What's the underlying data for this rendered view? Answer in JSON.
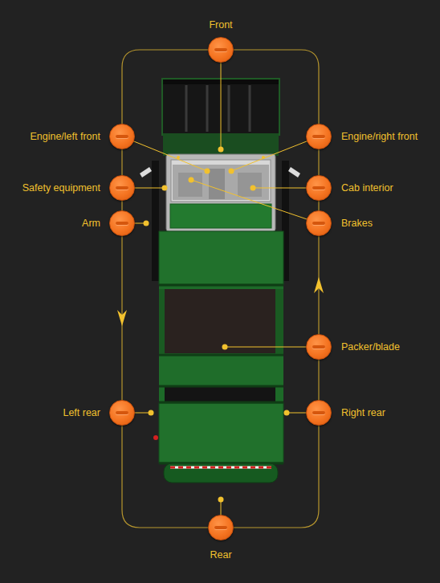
{
  "diagram": {
    "nodes": [
      {
        "text": [
          "Front"
        ]
      },
      {
        "text": [
          "Engine/left front"
        ]
      },
      {
        "text": [
          "Engine/right front"
        ]
      },
      {
        "text": [
          "Safety equipment"
        ]
      },
      {
        "text": [
          "Cab interior"
        ]
      },
      {
        "text": [
          "Arm"
        ]
      },
      {
        "text": [
          "Brakes"
        ]
      },
      {
        "text": [
          "Packer/blade"
        ]
      },
      {
        "text": [
          "Left rear"
        ]
      },
      {
        "text": [
          "Right rear"
        ]
      },
      {
        "text": [
          "Rear"
        ]
      }
    ],
    "edges": [
      {
        "from": 0,
        "to": 1,
        "arrow": "none"
      },
      {
        "from": 1,
        "to": 3,
        "arrow": "none"
      },
      {
        "from": 3,
        "to": 5,
        "arrow": "none"
      },
      {
        "from": 5,
        "to": 8,
        "arrow": "to"
      },
      {
        "from": 8,
        "to": 10,
        "arrow": "none"
      },
      {
        "from": 10,
        "to": 9,
        "arrow": "none"
      },
      {
        "from": 9,
        "to": 7,
        "arrow": "none"
      },
      {
        "from": 7,
        "to": 6,
        "arrow": "to"
      },
      {
        "from": 6,
        "to": 4,
        "arrow": "none"
      },
      {
        "from": 4,
        "to": 2,
        "arrow": "none"
      },
      {
        "from": 2,
        "to": 0,
        "arrow": "none"
      }
    ]
  }
}
